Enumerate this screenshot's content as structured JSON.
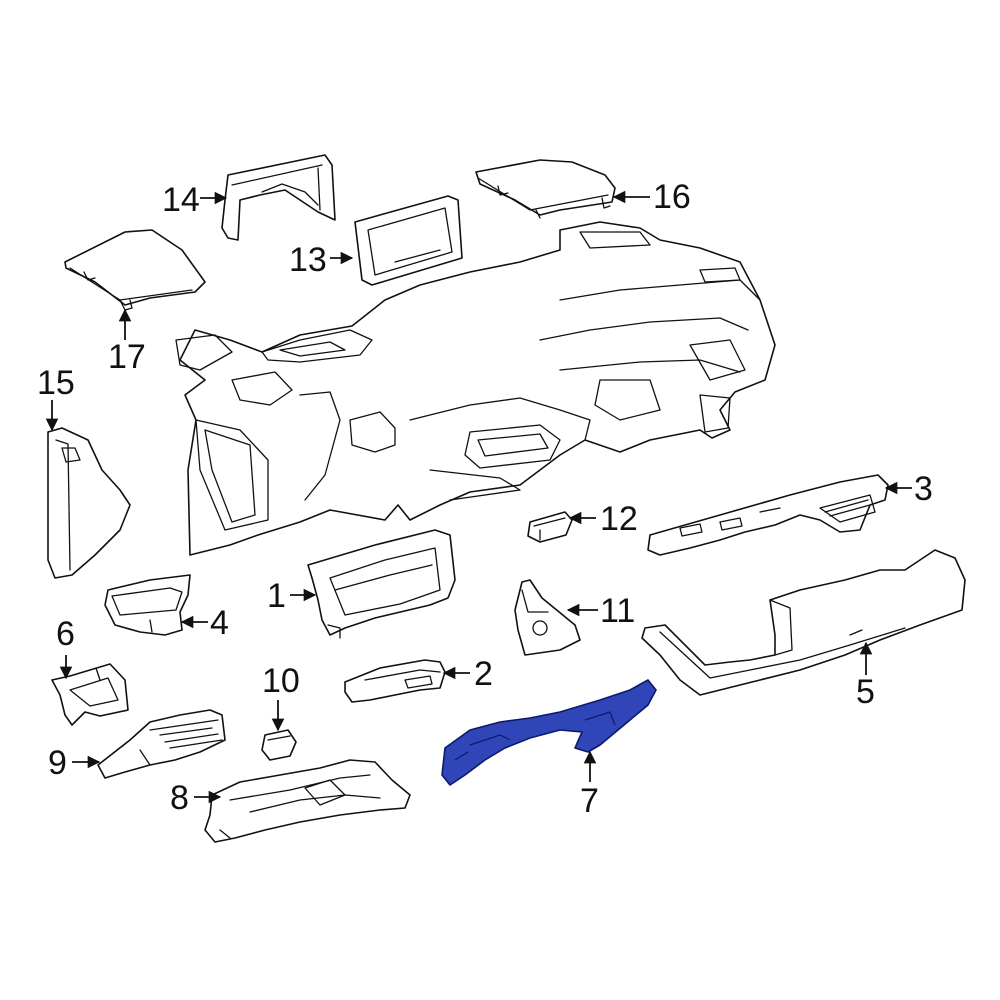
{
  "diagram": {
    "highlight_color": "#2f45b8",
    "highlighted_part": "7",
    "callouts": [
      "1",
      "2",
      "3",
      "4",
      "5",
      "6",
      "7",
      "8",
      "9",
      "10",
      "11",
      "12",
      "13",
      "14",
      "15",
      "16",
      "17"
    ]
  }
}
